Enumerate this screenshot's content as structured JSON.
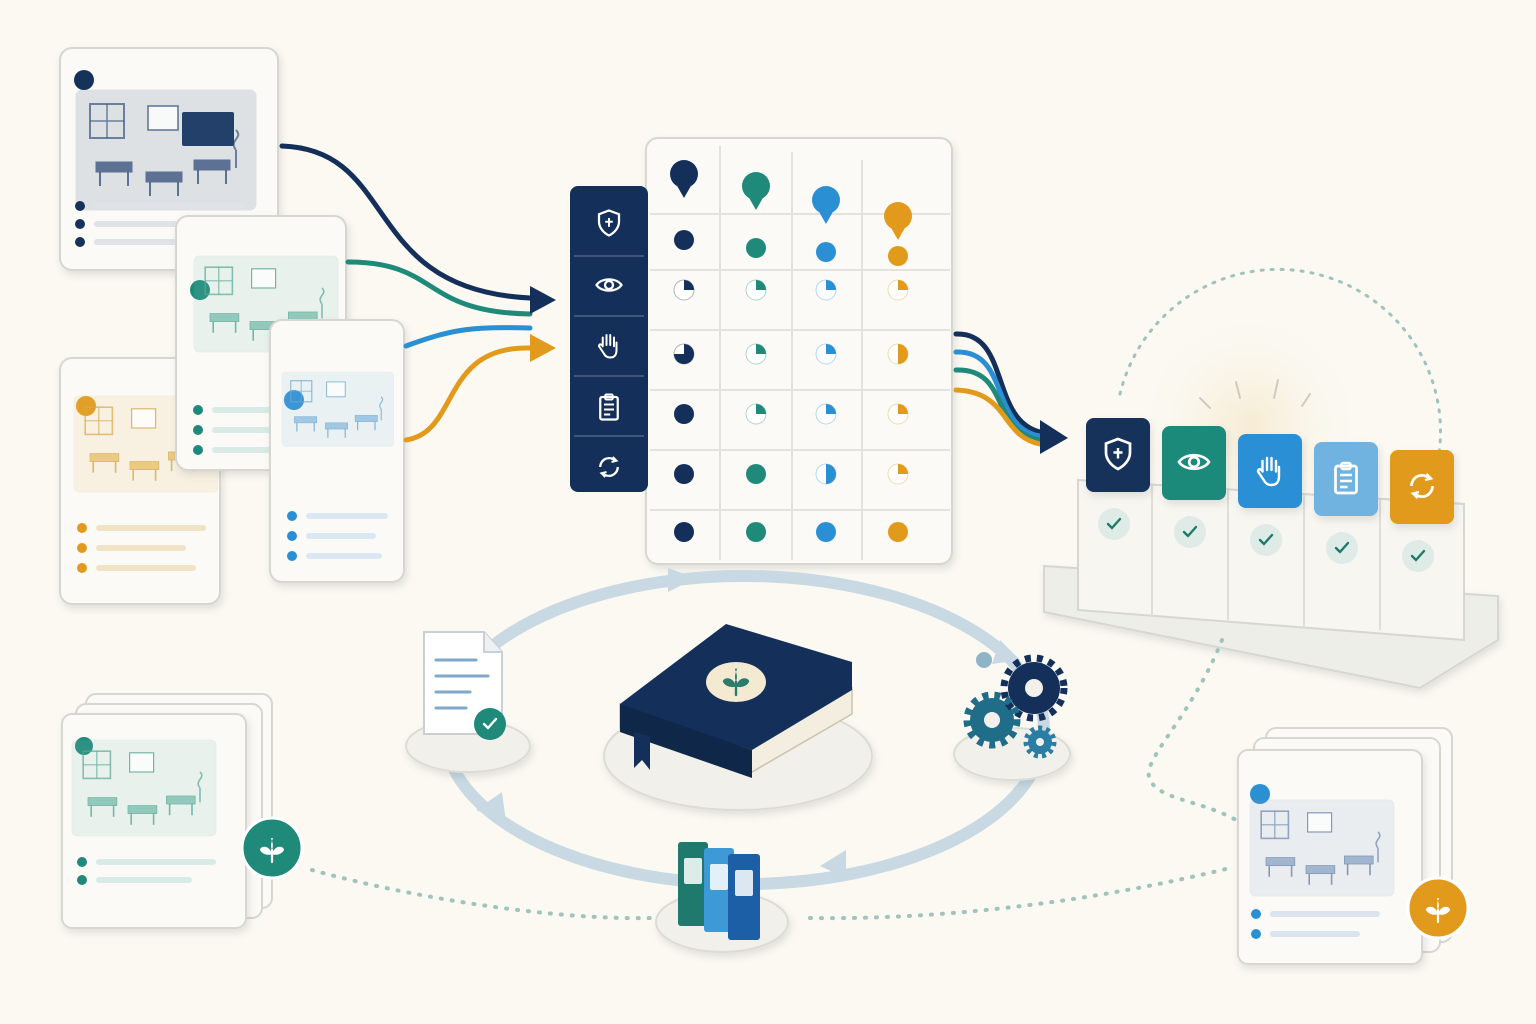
{
  "colors": {
    "background": "#fbf9f2",
    "navy": "#14305a",
    "teal": "#1f8a7a",
    "blue": "#2b8fd4",
    "sky": "#6fb3e0",
    "orange": "#e29a1c",
    "card": "#fbfaf7",
    "card_border": "#d7d7d2",
    "loop": "#c8d9e3",
    "dots": "#9fc3bd",
    "check_bg": "#dfebe6",
    "check": "#1f7a6d"
  },
  "source_cards": [
    {
      "name": "classroom-photo-card-navy",
      "accent": "navy"
    },
    {
      "name": "classroom-photo-card-teal",
      "accent": "teal"
    },
    {
      "name": "classroom-photo-card-orange",
      "accent": "orange"
    },
    {
      "name": "classroom-photo-card-blue",
      "accent": "blue"
    }
  ],
  "matrix": {
    "columns": [
      "navy",
      "teal",
      "blue",
      "orange"
    ],
    "row_icons": [
      "shield-icon",
      "eye-icon",
      "hand-icon",
      "clipboard-icon",
      "cycle-icon"
    ],
    "fill_levels": [
      [
        1.0,
        1.0,
        1.0,
        1.0
      ],
      [
        0.25,
        0.25,
        0.25,
        0.25
      ],
      [
        0.75,
        0.25,
        0.25,
        0.5
      ],
      [
        1.0,
        0.25,
        0.25,
        0.25
      ],
      [
        1.0,
        1.0,
        0.5,
        0.25
      ],
      [
        1.0,
        1.0,
        1.0,
        1.0
      ]
    ]
  },
  "output_tiles": [
    {
      "icon": "shield-icon",
      "color": "navy"
    },
    {
      "icon": "eye-icon",
      "color": "teal"
    },
    {
      "icon": "hand-icon",
      "color": "blue"
    },
    {
      "icon": "clipboard-icon",
      "color": "sky"
    },
    {
      "icon": "cycle-icon",
      "color": "orange"
    }
  ],
  "cycle": {
    "center": "handbook-book-icon",
    "nodes": [
      "approved-document-icon",
      "gears-icon",
      "binders-icon"
    ]
  },
  "result_stacks": [
    {
      "name": "classroom-stack-teal",
      "badge": "leaf-badge-icon",
      "color": "teal"
    },
    {
      "name": "classroom-stack-blue",
      "badge": "leaf-badge-icon",
      "color": "orange"
    }
  ]
}
